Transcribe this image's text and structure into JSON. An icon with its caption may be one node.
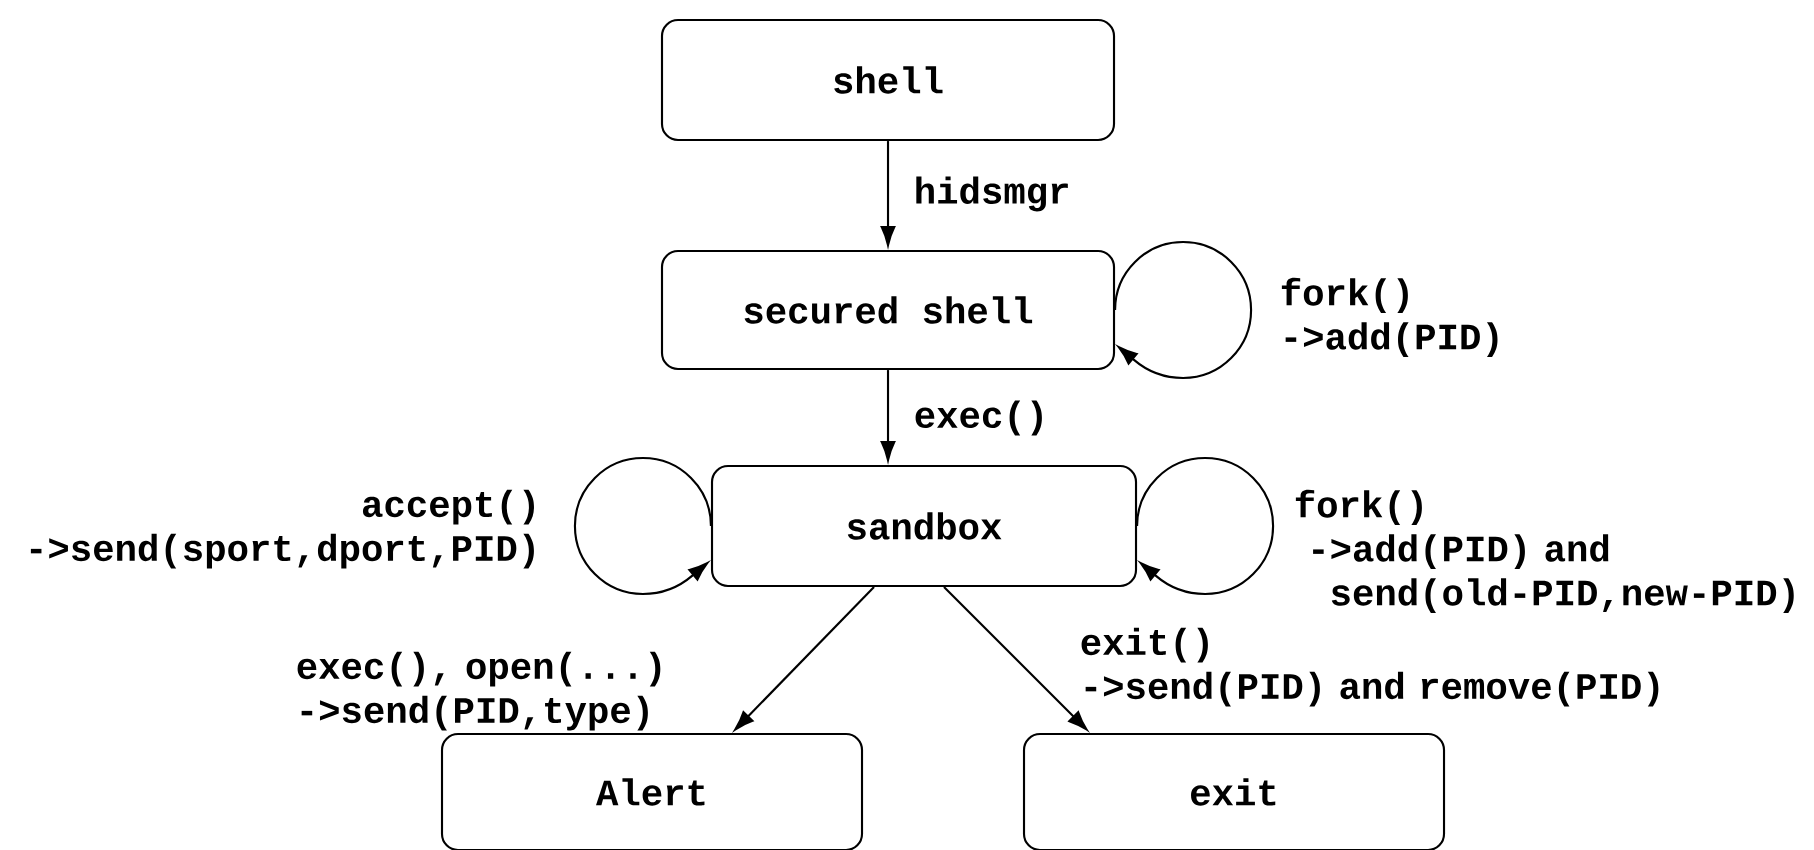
{
  "diagram": {
    "nodes": [
      {
        "text": [
          "shell"
        ]
      },
      {
        "text": [
          "secured shell"
        ]
      },
      {
        "text": [
          "sandbox"
        ]
      },
      {
        "text": [
          "Alert"
        ]
      },
      {
        "text": [
          "exit"
        ]
      }
    ],
    "edges": [
      {
        "from": 0,
        "to": 1,
        "arrow": "to",
        "label": "hidsmgr"
      },
      {
        "from": 1,
        "to": 1,
        "arrow": "to",
        "label": "fork() ->add(PID)"
      },
      {
        "from": 1,
        "to": 2,
        "arrow": "to",
        "label": "exec()"
      },
      {
        "from": 2,
        "to": 2,
        "arrow": "to",
        "label": "accept() ->send(sport,dport,PID)"
      },
      {
        "from": 2,
        "to": 2,
        "arrow": "to",
        "label": "fork() ->add(PID) and send(old-PID,new-PID)"
      },
      {
        "from": 2,
        "to": 3,
        "arrow": "to",
        "label": "exec(), open(...) ->send(PID,type)"
      },
      {
        "from": 2,
        "to": 4,
        "arrow": "to",
        "label": "exit() ->send(PID) and remove(PID)"
      }
    ]
  }
}
